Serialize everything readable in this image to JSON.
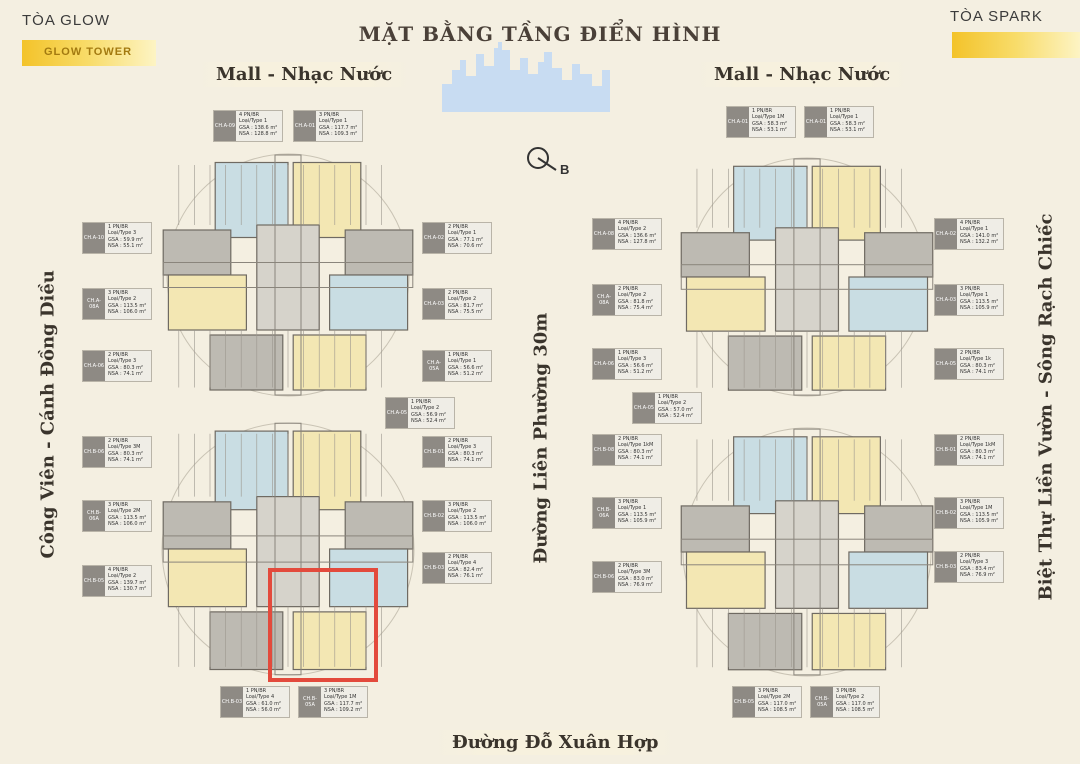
{
  "title": "MẶT BẰNG TẦNG ĐIỂN HÌNH",
  "tower_left": {
    "name": "TÒA GLOW",
    "bar_text": "GLOW TOWER"
  },
  "tower_right": {
    "name": "TÒA SPARK"
  },
  "roads": {
    "top_left": "Mall - Nhạc Nước",
    "top_right": "Mall - Nhạc Nước",
    "left": "Công Viên - Cánh Đồng Diều",
    "center": "Đường Liên Phường 30m",
    "right": "Biệt Thự Liền Vườn - Sông Rạch Chiếc",
    "bottom": "Đường Đỗ Xuân Hợp"
  },
  "compass_label": "B",
  "colors": {
    "living_blue": "#c9dde3",
    "living_yellow": "#f3e7b3",
    "core_grey": "#bdbab2",
    "highlight": "#e34a3c"
  },
  "units_glow": [
    {
      "code": "CH.A-09",
      "br": "4 PN/BR",
      "type": "Loại/Type 1",
      "gsa": "GSA : 138.6 m²",
      "nsa": "NSA : 128.8 m²"
    },
    {
      "code": "CH.A-01",
      "br": "3 PN/BR",
      "type": "Loại/Type 1",
      "gsa": "GSA : 117.7 m²",
      "nsa": "NSA : 109.3 m²"
    },
    {
      "code": "CH.A-10",
      "br": "1 PN/BR",
      "type": "Loại/Type 3",
      "gsa": "GSA : 59.9 m²",
      "nsa": "NSA : 55.1 m²"
    },
    {
      "code": "CH.A-02",
      "br": "2 PN/BR",
      "type": "Loại/Type 1",
      "gsa": "GSA : 77.1 m²",
      "nsa": "NSA : 70.6 m²"
    },
    {
      "code": "CH.A-08A",
      "br": "3 PN/BR",
      "type": "Loại/Type 2",
      "gsa": "GSA : 113.5 m²",
      "nsa": "NSA : 106.0 m²"
    },
    {
      "code": "CH.A-03",
      "br": "2 PN/BR",
      "type": "Loại/Type 2",
      "gsa": "GSA : 81.7 m²",
      "nsa": "NSA : 75.5 m²"
    },
    {
      "code": "CH.A-06",
      "br": "2 PN/BR",
      "type": "Loại/Type 3",
      "gsa": "GSA : 80.3 m²",
      "nsa": "NSA : 74.1 m²"
    },
    {
      "code": "CH.A-05A",
      "br": "1 PN/BR",
      "type": "Loại/Type 1",
      "gsa": "GSA : 56.6 m²",
      "nsa": "NSA : 51.2 m²"
    },
    {
      "code": "CH.A-05",
      "br": "1 PN/BR",
      "type": "Loại/Type 2",
      "gsa": "GSA : 56.9 m²",
      "nsa": "NSA : 52.4 m²"
    },
    {
      "code": "CH.B-06",
      "br": "2 PN/BR",
      "type": "Loại/Type 3M",
      "gsa": "GSA : 80.3 m²",
      "nsa": "NSA : 74.1 m²"
    },
    {
      "code": "CH.B-01",
      "br": "2 PN/BR",
      "type": "Loại/Type 3",
      "gsa": "GSA : 80.3 m²",
      "nsa": "NSA : 74.1 m²"
    },
    {
      "code": "CH.B-06A",
      "br": "3 PN/BR",
      "type": "Loại/Type 2M",
      "gsa": "GSA : 113.5 m²",
      "nsa": "NSA : 106.0 m²"
    },
    {
      "code": "CH.B-02",
      "br": "3 PN/BR",
      "type": "Loại/Type 2",
      "gsa": "GSA : 113.5 m²",
      "nsa": "NSA : 106.0 m²"
    },
    {
      "code": "CH.B-05",
      "br": "4 PN/BR",
      "type": "Loại/Type 2",
      "gsa": "GSA : 139.7 m²",
      "nsa": "NSA : 130.7 m²"
    },
    {
      "code": "CH.B-03",
      "br": "2 PN/BR",
      "type": "Loại/Type 4",
      "gsa": "GSA : 82.4 m²",
      "nsa": "NSA : 76.1 m²"
    },
    {
      "code": "CH.B-03",
      "br": "1 PN/BR",
      "type": "Loại/Type 4",
      "gsa": "GSA : 61.0 m²",
      "nsa": "NSA : 56.0 m²"
    },
    {
      "code": "CH.B-05A",
      "br": "3 PN/BR",
      "type": "Loại/Type 1M",
      "gsa": "GSA : 117.7 m²",
      "nsa": "NSA : 109.2 m²"
    }
  ],
  "units_spark": [
    {
      "code": "CH.A-01",
      "br": "1 PN/BR",
      "type": "Loại/Type 1M",
      "gsa": "GSA : 58.3 m²",
      "nsa": "NSA : 53.1 m²"
    },
    {
      "code": "CH.A-01",
      "br": "1 PN/BR",
      "type": "Loại/Type 1",
      "gsa": "GSA : 58.3 m²",
      "nsa": "NSA : 53.1 m²"
    },
    {
      "code": "CH.A-08",
      "br": "4 PN/BR",
      "type": "Loại/Type 2",
      "gsa": "GSA : 136.6 m²",
      "nsa": "NSA : 127.8 m²"
    },
    {
      "code": "CH.A-02",
      "br": "4 PN/BR",
      "type": "Loại/Type 1",
      "gsa": "GSA : 141.0 m²",
      "nsa": "NSA : 132.2 m²"
    },
    {
      "code": "CH.A-08A",
      "br": "2 PN/BR",
      "type": "Loại/Type 2",
      "gsa": "GSA : 81.8 m²",
      "nsa": "NSA : 75.4 m²"
    },
    {
      "code": "CH.A-03",
      "br": "3 PN/BR",
      "type": "Loại/Type 1",
      "gsa": "GSA : 113.5 m²",
      "nsa": "NSA : 105.9 m²"
    },
    {
      "code": "CH.A-06",
      "br": "1 PN/BR",
      "type": "Loại/Type 3",
      "gsa": "GSA : 56.6 m²",
      "nsa": "NSA : 51.2 m²"
    },
    {
      "code": "CH.A-05",
      "br": "2 PN/BR",
      "type": "Loại/Type 1k",
      "gsa": "GSA : 80.3 m²",
      "nsa": "NSA : 74.1 m²"
    },
    {
      "code": "CH.A-05",
      "br": "1 PN/BR",
      "type": "Loại/Type 2",
      "gsa": "GSA : 57.0 m²",
      "nsa": "NSA : 52.4 m²"
    },
    {
      "code": "CH.B-08",
      "br": "2 PN/BR",
      "type": "Loại/Type 1kM",
      "gsa": "GSA : 80.3 m²",
      "nsa": "NSA : 74.1 m²"
    },
    {
      "code": "CH.B-01",
      "br": "2 PN/BR",
      "type": "Loại/Type 1kM",
      "gsa": "GSA : 80.3 m²",
      "nsa": "NSA : 74.1 m²"
    },
    {
      "code": "CH.B-06A",
      "br": "3 PN/BR",
      "type": "Loại/Type 1",
      "gsa": "GSA : 113.5 m²",
      "nsa": "NSA : 105.9 m²"
    },
    {
      "code": "CH.B-02",
      "br": "3 PN/BR",
      "type": "Loại/Type 1M",
      "gsa": "GSA : 113.5 m²",
      "nsa": "NSA : 105.9 m²"
    },
    {
      "code": "CH.B-06",
      "br": "2 PN/BR",
      "type": "Loại/Type 3M",
      "gsa": "GSA : 83.0 m²",
      "nsa": "NSA : 76.9 m²"
    },
    {
      "code": "CH.B-03",
      "br": "2 PN/BR",
      "type": "Loại/Type 3",
      "gsa": "GSA : 83.4 m²",
      "nsa": "NSA : 76.9 m²"
    },
    {
      "code": "CH.B-05",
      "br": "3 PN/BR",
      "type": "Loại/Type 2M",
      "gsa": "GSA : 117.0 m²",
      "nsa": "NSA : 108.5 m²"
    },
    {
      "code": "CH.B-05A",
      "br": "3 PN/BR",
      "type": "Loại/Type 2",
      "gsa": "GSA : 117.0 m²",
      "nsa": "NSA : 108.5 m²"
    }
  ]
}
